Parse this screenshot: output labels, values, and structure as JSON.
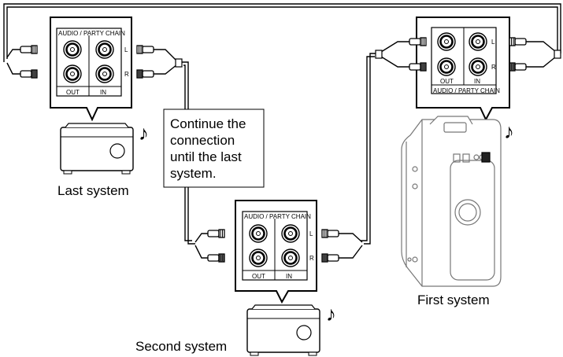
{
  "panel": {
    "title": "AUDIO / PARTY CHAIN",
    "out_label": "OUT",
    "in_label": "IN",
    "left_label": "L",
    "right_label": "R"
  },
  "labels": {
    "last_system": "Last system",
    "second_system": "Second system",
    "first_system": "First system"
  },
  "callout": {
    "line1": "Continue the",
    "line2": "connection",
    "line3": "until the last",
    "line4": "system."
  },
  "icons": {
    "music_note": "♪"
  }
}
